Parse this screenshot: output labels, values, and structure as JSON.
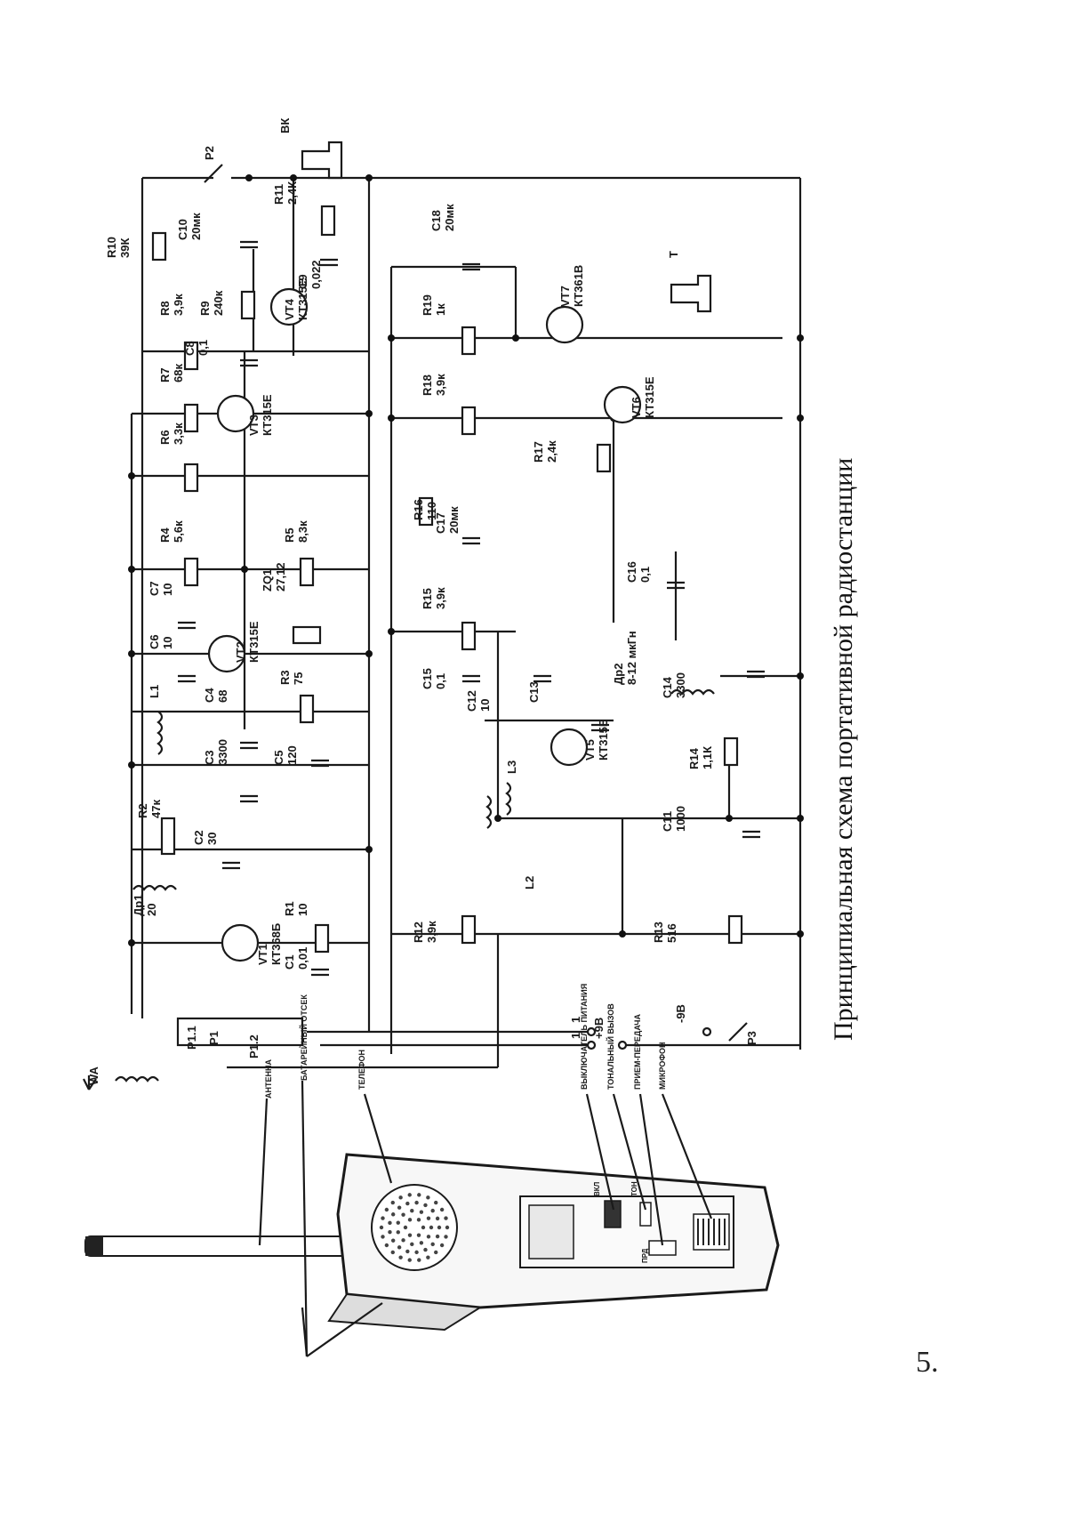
{
  "figure": {
    "caption": "Принципиальная схема портативной радиостанции",
    "page_number": "5."
  },
  "device": {
    "callouts": [
      "АНТЕННА",
      "БАТАРЕЙНЫЙ ОТСЕК",
      "ТЕЛЕФОН",
      "ВЫКЛЮЧАТЕЛЬ ПИТАНИЯ",
      "ТОНАЛЬНЫЙ ВЫЗОВ",
      "ПРИЕМ-ПЕРЕДАЧА",
      "МИКРОФОН"
    ],
    "button_labels": [
      "ВКЛ",
      "ТОН",
      "ПРД"
    ]
  },
  "components": {
    "resistors": [
      {
        "ref": "R1",
        "value": "10"
      },
      {
        "ref": "R2",
        "value": "47к"
      },
      {
        "ref": "R3",
        "value": "75"
      },
      {
        "ref": "R4",
        "value": "5,6к"
      },
      {
        "ref": "R5",
        "value": "8,3к"
      },
      {
        "ref": "R6",
        "value": "3,3к"
      },
      {
        "ref": "R7",
        "value": "68к"
      },
      {
        "ref": "R8",
        "value": "3,9к"
      },
      {
        "ref": "R9",
        "value": "240к"
      },
      {
        "ref": "R10",
        "value": "39К"
      },
      {
        "ref": "R11",
        "value": "2,4К"
      },
      {
        "ref": "R12",
        "value": "3,9к"
      },
      {
        "ref": "R13",
        "value": "516"
      },
      {
        "ref": "R14",
        "value": "1,1К"
      },
      {
        "ref": "R15",
        "value": "3,9к"
      },
      {
        "ref": "R16",
        "value": "110"
      },
      {
        "ref": "R17",
        "value": "2,4к"
      },
      {
        "ref": "R18",
        "value": "3,9к"
      },
      {
        "ref": "R19",
        "value": "1к"
      }
    ],
    "capacitors": [
      {
        "ref": "C1",
        "value": "0,01"
      },
      {
        "ref": "C2",
        "value": "30"
      },
      {
        "ref": "C3",
        "value": "3300"
      },
      {
        "ref": "C4",
        "value": "68"
      },
      {
        "ref": "C5",
        "value": "120"
      },
      {
        "ref": "C6",
        "value": "10"
      },
      {
        "ref": "C7",
        "value": "10"
      },
      {
        "ref": "C8",
        "value": "0,1"
      },
      {
        "ref": "C9",
        "value": "0,022"
      },
      {
        "ref": "C10",
        "value": "20мк"
      },
      {
        "ref": "C11",
        "value": "1000"
      },
      {
        "ref": "C12",
        "value": "10"
      },
      {
        "ref": "C13",
        "value": ""
      },
      {
        "ref": "C14",
        "value": "3300"
      },
      {
        "ref": "C15",
        "value": "0,1"
      },
      {
        "ref": "C16",
        "value": "0,1"
      },
      {
        "ref": "C17",
        "value": "20мк"
      },
      {
        "ref": "C18",
        "value": "20мк"
      }
    ],
    "transistors": [
      {
        "ref": "VT1",
        "type": "КТ368Б"
      },
      {
        "ref": "VT2",
        "type": "КТ315Е"
      },
      {
        "ref": "VT3",
        "type": "КТ315Е"
      },
      {
        "ref": "VT4",
        "type": "КТ315Е"
      },
      {
        "ref": "VT5",
        "type": "КТ315Е"
      },
      {
        "ref": "VT6",
        "type": "КТ315Е"
      },
      {
        "ref": "VT7",
        "type": "КТ361В"
      }
    ],
    "inductors": [
      {
        "ref": "Др1",
        "value": "20"
      },
      {
        "ref": "Др2",
        "value": "8-12 мкГн"
      },
      {
        "ref": "L1",
        "value": ""
      },
      {
        "ref": "L2",
        "value": ""
      },
      {
        "ref": "L3",
        "value": ""
      }
    ],
    "other": [
      {
        "ref": "ZQ1",
        "value": "27,12"
      },
      {
        "ref": "WA",
        "value": ""
      },
      {
        "ref": "P1",
        "value": ""
      },
      {
        "ref": "P1.1",
        "value": ""
      },
      {
        "ref": "P1.2",
        "value": ""
      },
      {
        "ref": "P2",
        "value": ""
      },
      {
        "ref": "P3",
        "value": ""
      },
      {
        "ref": "ВК",
        "value": ""
      },
      {
        "ref": "Т",
        "value": ""
      }
    ],
    "terminals": [
      "1",
      "1",
      "+9В",
      "-9В"
    ]
  }
}
